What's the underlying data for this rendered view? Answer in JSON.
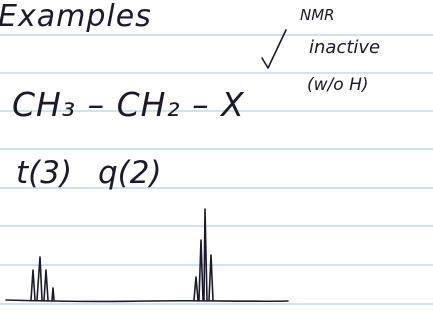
{
  "notes": {
    "title": "Examples",
    "annotation_line1": "NMR",
    "annotation_line2": "inactive",
    "annotation_line3": "(w/o H)",
    "formula": "CH₃ – CH₂ – X",
    "multiplicity_1": "t(3)",
    "multiplicity_2": "q(2)"
  },
  "colors": {
    "paper": "#ffffff",
    "rule_line": "#9fc9d9",
    "ink": "#1a1a2a"
  }
}
